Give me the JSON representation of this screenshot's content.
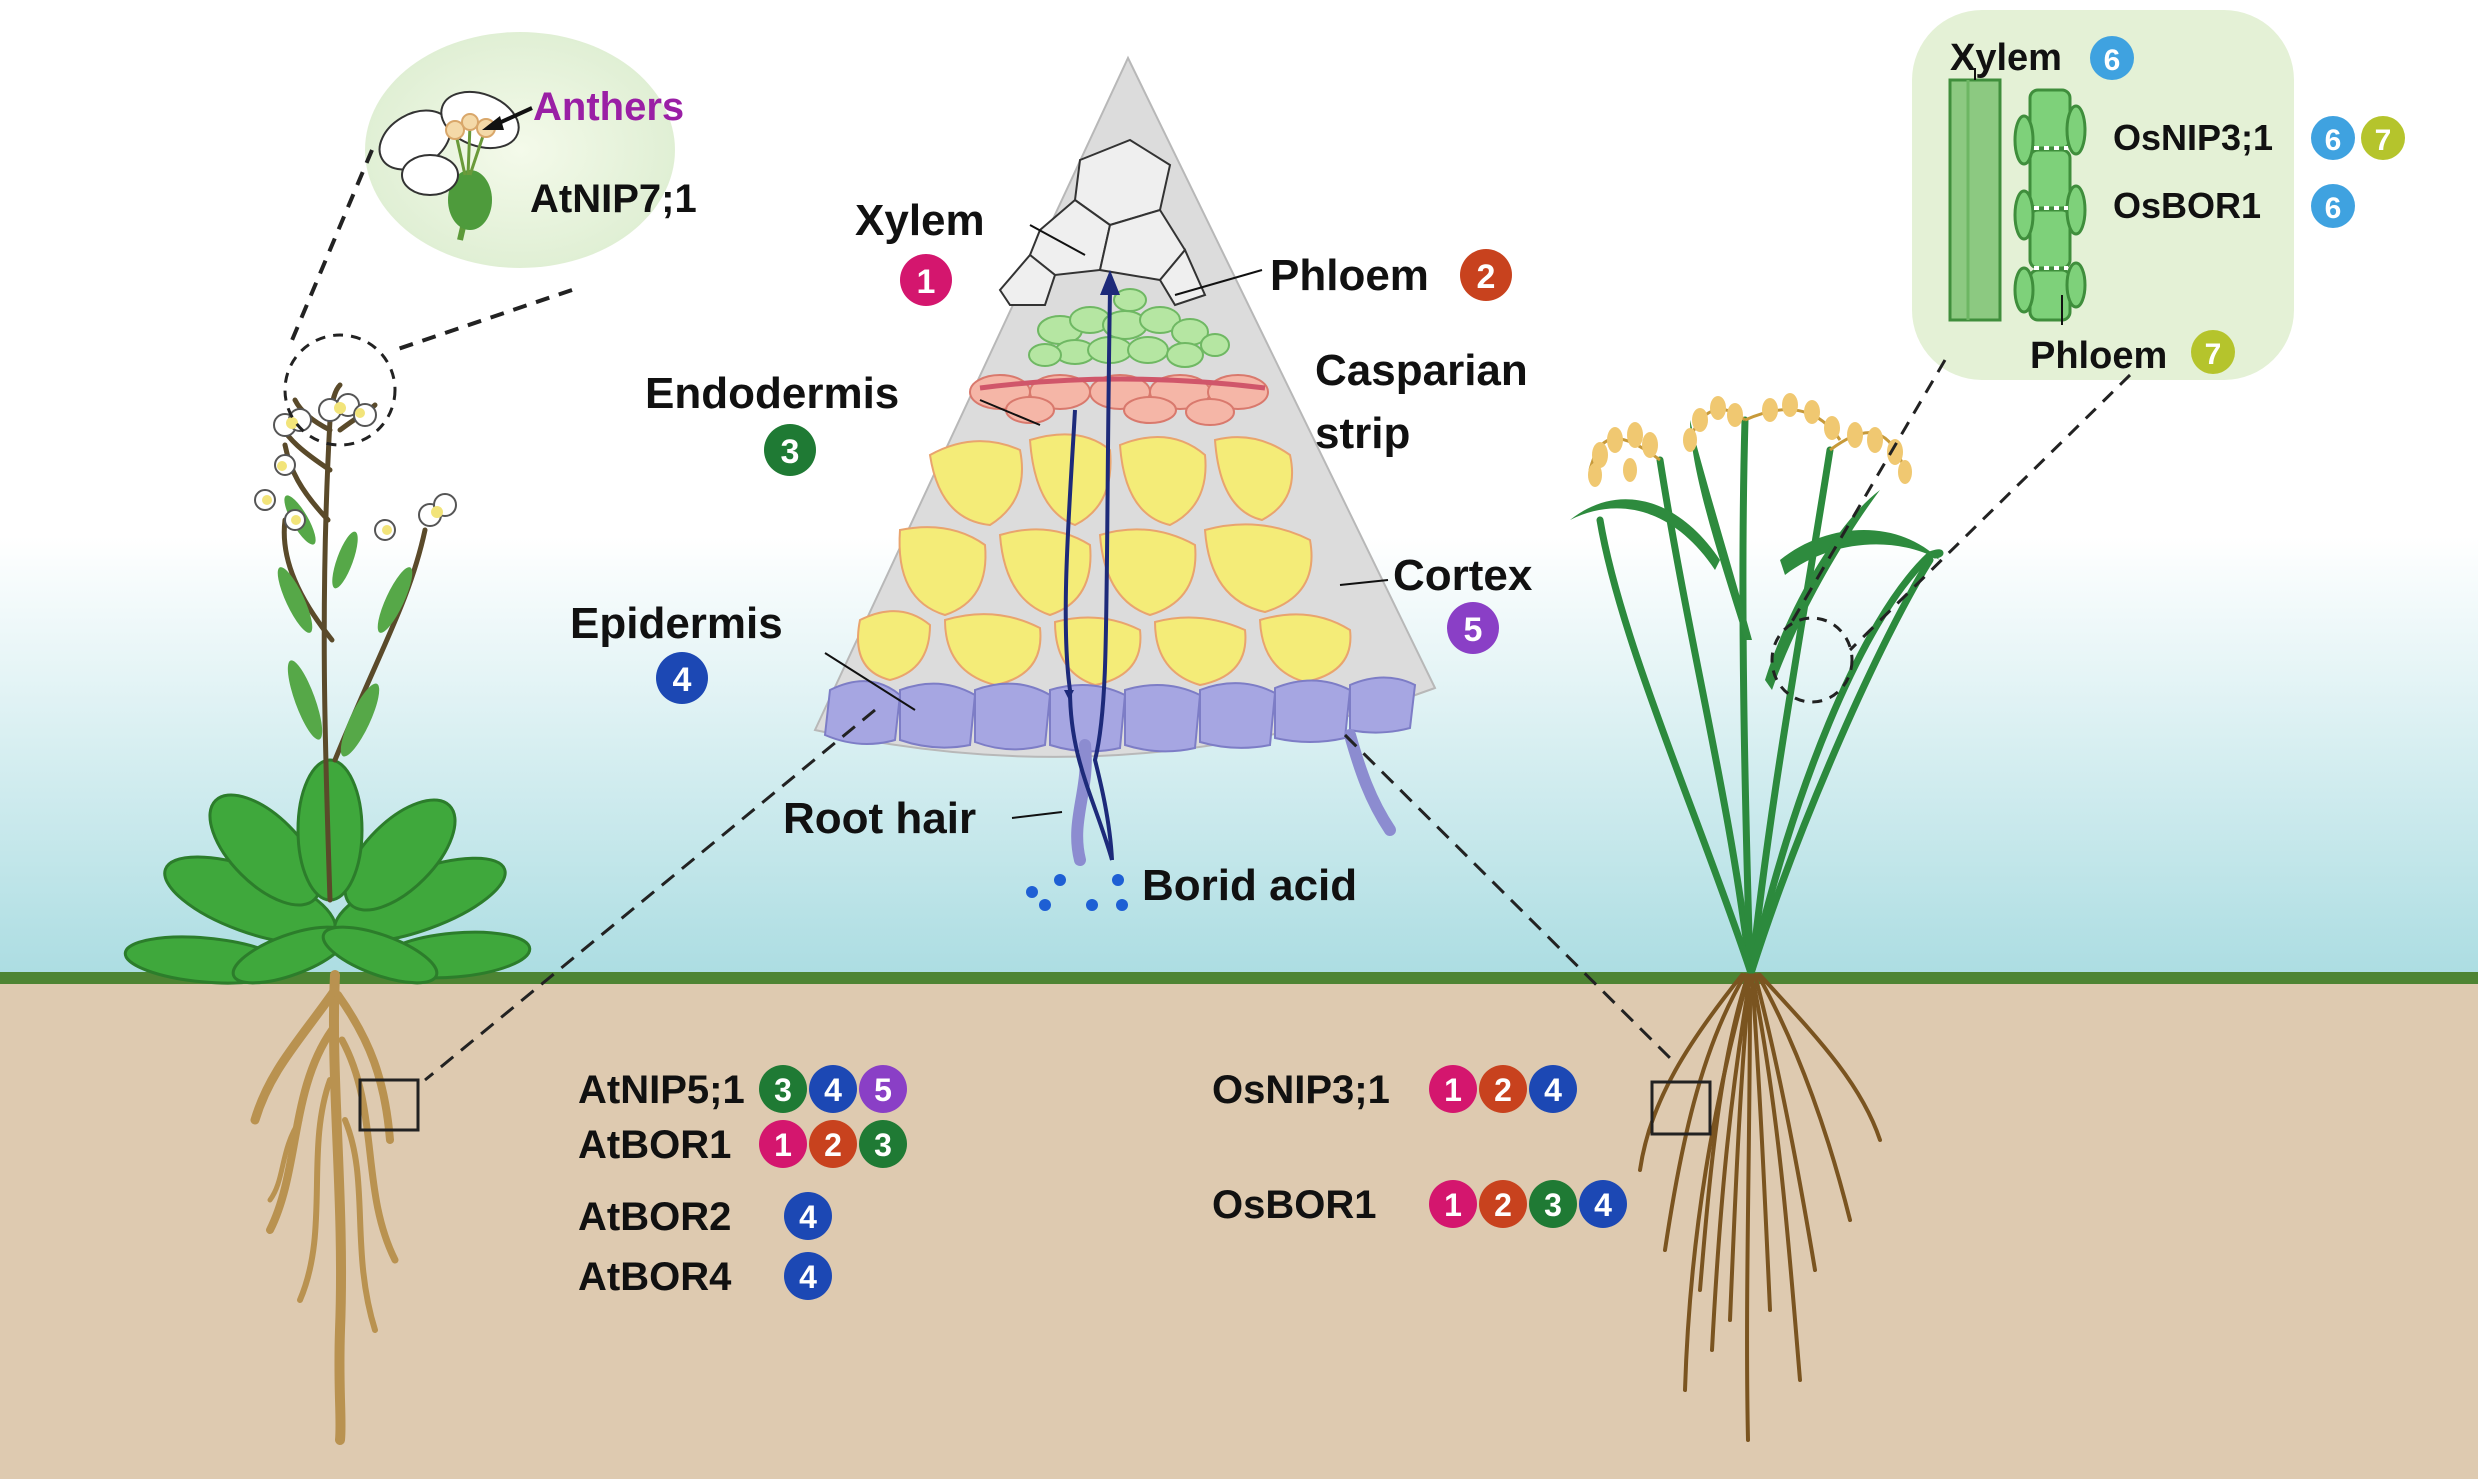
{
  "labels": {
    "anthers": "Anthers",
    "atnip71": "AtNIP7;1",
    "xylem_cone": "Xylem",
    "phloem_cone": "Phloem",
    "endodermis": "Endodermis",
    "casparian_1": "Casparian",
    "casparian_2": "strip",
    "cortex": "Cortex",
    "epidermis": "Epidermis",
    "root_hair": "Root hair",
    "borid_acid": "Borid acid",
    "rice_xylem": "Xylem",
    "rice_osnip31": "OsNIP3;1",
    "rice_osbor1": "OsBOR1",
    "rice_phloem": "Phloem"
  },
  "arabidopsis_transporters": [
    {
      "name": "AtNIP5;1",
      "sites": [
        "3",
        "4",
        "5"
      ]
    },
    {
      "name": "AtBOR1",
      "sites": [
        "1",
        "2",
        "3"
      ]
    },
    {
      "name": "AtBOR2",
      "sites": [
        "4"
      ]
    },
    {
      "name": "AtBOR4",
      "sites": [
        "4"
      ]
    }
  ],
  "rice_transporters": [
    {
      "name": "OsNIP3;1",
      "sites": [
        "1",
        "2",
        "4"
      ]
    },
    {
      "name": "OsBOR1",
      "sites": [
        "1",
        "2",
        "3",
        "4"
      ]
    }
  ],
  "badges": {
    "1": "1",
    "2": "2",
    "3": "3",
    "4": "4",
    "5": "5",
    "6": "6",
    "7": "7"
  },
  "colors": {
    "site_1": "#d4166e",
    "site_2": "#c8421e",
    "site_3": "#1f7a34",
    "site_4": "#1c48b4",
    "site_5": "#8a3fc6",
    "site_6": "#3fa2e0",
    "site_7": "#b5c42c",
    "anthers_text": "#9a1fa5",
    "soil": "#decab0",
    "ground_line": "#4d8433",
    "sky_bottom": "#acdde2"
  }
}
